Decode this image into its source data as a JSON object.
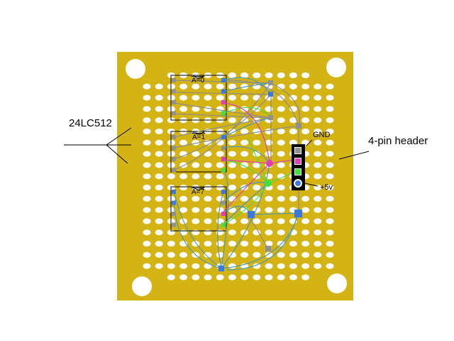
{
  "labels": {
    "chip": "24LC512",
    "header": "4-pin header",
    "gnd": "GND",
    "vcc": "+5v"
  },
  "chips": [
    {
      "address_label": "A=0"
    },
    {
      "address_label": "A=1"
    },
    {
      "address_label": "A=7"
    }
  ],
  "colors": {
    "board": "#d4b414",
    "hole": "#ffffff",
    "wire_teal": "#4a9ab0",
    "wire_gray": "#8c8c8c",
    "wire_green": "#40e040",
    "wire_magenta": "#e040b0",
    "pin_blue": "#3a7ae0",
    "pin_gray": "#909090",
    "header_body": "#000000"
  }
}
